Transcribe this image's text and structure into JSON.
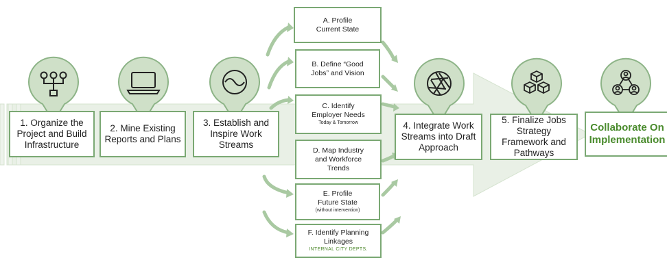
{
  "colors": {
    "accent": "#7aa873",
    "arrow_fill": "#e9f0e6",
    "pin_fill": "#cfe0c8",
    "final_text": "#4a8b2d"
  },
  "steps": [
    {
      "label": "1. Organize the Project and Build Infrastructure",
      "icon": "hierarchy-icon"
    },
    {
      "label": "2.  Mine Existing Reports and Plans",
      "icon": "laptop-icon"
    },
    {
      "label": "3. Establish and Inspire Work Streams",
      "icon": "wave-icon"
    },
    {
      "label": "4. Integrate Work Streams into Draft Approach",
      "icon": "aperture-icon"
    },
    {
      "label": "5. Finalize Jobs Strategy Framework and Pathways",
      "icon": "cubes-icon"
    },
    {
      "label": "Collaborate On Implementation",
      "icon": "team-network-icon"
    }
  ],
  "work_streams": [
    {
      "label": "A. Profile Current State",
      "sub": ""
    },
    {
      "label": "B. Define “Good Jobs” and Vision",
      "sub": ""
    },
    {
      "label": "C. Identify Employer Needs",
      "sub": "Today & Tomorrow"
    },
    {
      "label": "D. Map Industry and Workforce Trends",
      "sub": ""
    },
    {
      "label": "E. Profile Future State",
      "sub": "(without intervention)"
    },
    {
      "label": "F. Identify Planning Linkages",
      "sub": "INTERNAL CITY DEPTS."
    }
  ]
}
